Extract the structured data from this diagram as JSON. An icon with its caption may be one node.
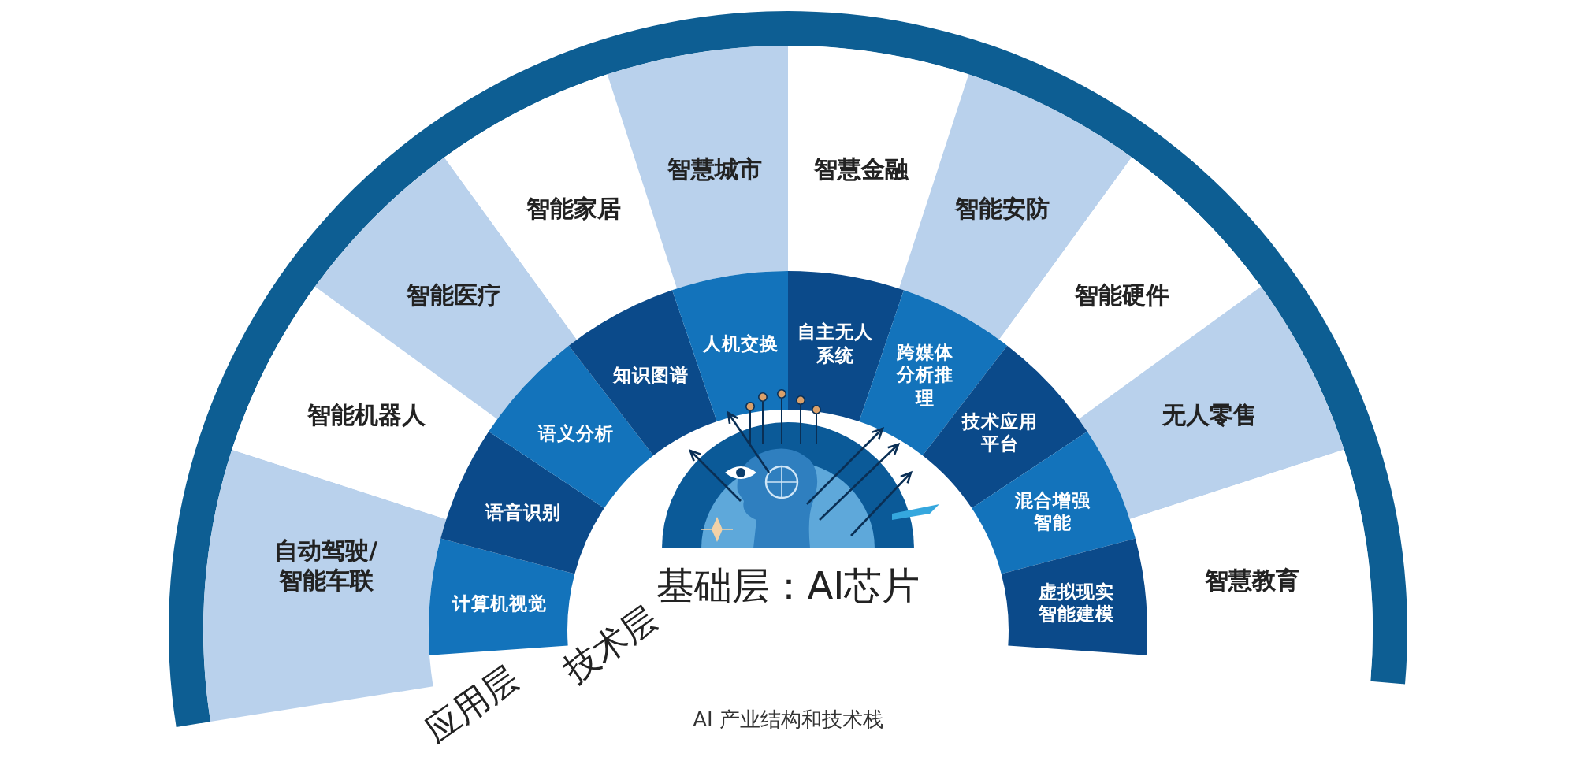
{
  "diagram": {
    "caption": "AI 产业结构和技术栈",
    "nodes": [
      {
        "text": [
          "自动驾驶/智能车联"
        ]
      },
      {
        "text": [
          "智能机器人"
        ]
      },
      {
        "text": [
          "智能医疗"
        ]
      },
      {
        "text": [
          "智能家居"
        ]
      },
      {
        "text": [
          "智慧城市"
        ]
      },
      {
        "text": [
          "智慧金融"
        ]
      },
      {
        "text": [
          "智能安防"
        ]
      },
      {
        "text": [
          "智能硬件"
        ]
      },
      {
        "text": [
          "无人零售"
        ]
      },
      {
        "text": [
          "智慧教育"
        ]
      },
      {
        "text": [
          "计算机视觉"
        ]
      },
      {
        "text": [
          "语音识别"
        ]
      },
      {
        "text": [
          "语义分析"
        ]
      },
      {
        "text": [
          "知识图谱"
        ]
      },
      {
        "text": [
          "人机交换"
        ]
      },
      {
        "text": [
          "自主无人系统"
        ]
      },
      {
        "text": [
          "跨媒体分析推理"
        ]
      },
      {
        "text": [
          "技术应用平台"
        ]
      },
      {
        "text": [
          "混合增强智能"
        ]
      },
      {
        "text": [
          "虚拟现实智能建模"
        ]
      }
    ],
    "labels": [
      "基础层：AI芯片",
      "技术层",
      "应用层"
    ]
  }
}
